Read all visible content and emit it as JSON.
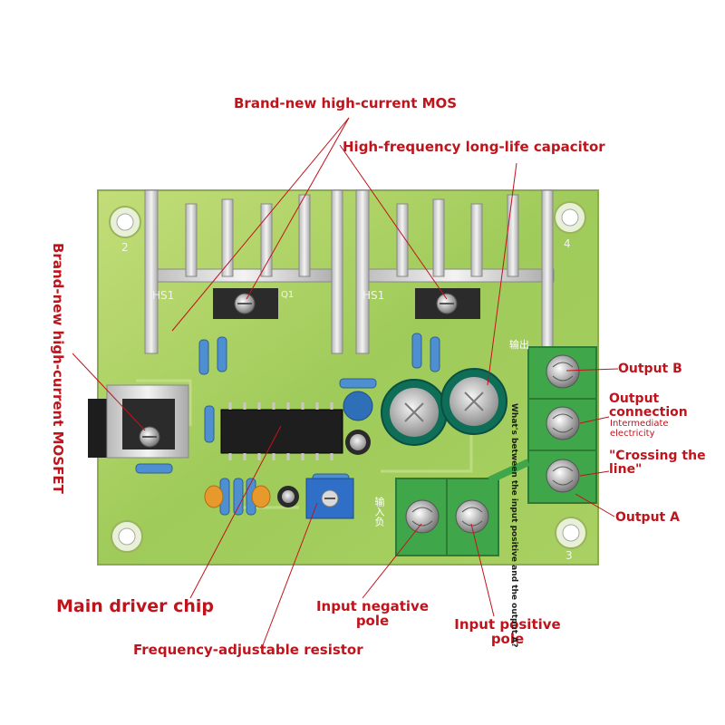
{
  "labels": {
    "mos_top": "Brand-new high-current MOS",
    "capacitor": "High-frequency long-life capacitor",
    "mosfet_left": "Brand-new high-current MOSFET",
    "output_b": "Output B",
    "output_connection": "Output connection",
    "intermediate": "Intermediate electricity",
    "crossing": "\"Crossing the line\"",
    "output_a": "Output A",
    "main_chip": "Main driver chip",
    "input_negative": "Input negative pole",
    "input_positive": "Input positive pole",
    "freq_resistor": "Frequency-adjustable resistor",
    "between_note": "What's between the input positive and the output A?"
  },
  "board_silkscreen": {
    "hs1_left": "HS1",
    "hs1_right": "HS1",
    "q1": "Q1",
    "corner_2": "2",
    "corner_4": "4",
    "corner_3": "3",
    "output_cn": "输出",
    "input_cn": "输入负"
  },
  "colors": {
    "label_red": "#c0141c",
    "board_green": "#b5d66d",
    "terminal_green": "#3fa64a",
    "leader_line": "#c0141c"
  }
}
